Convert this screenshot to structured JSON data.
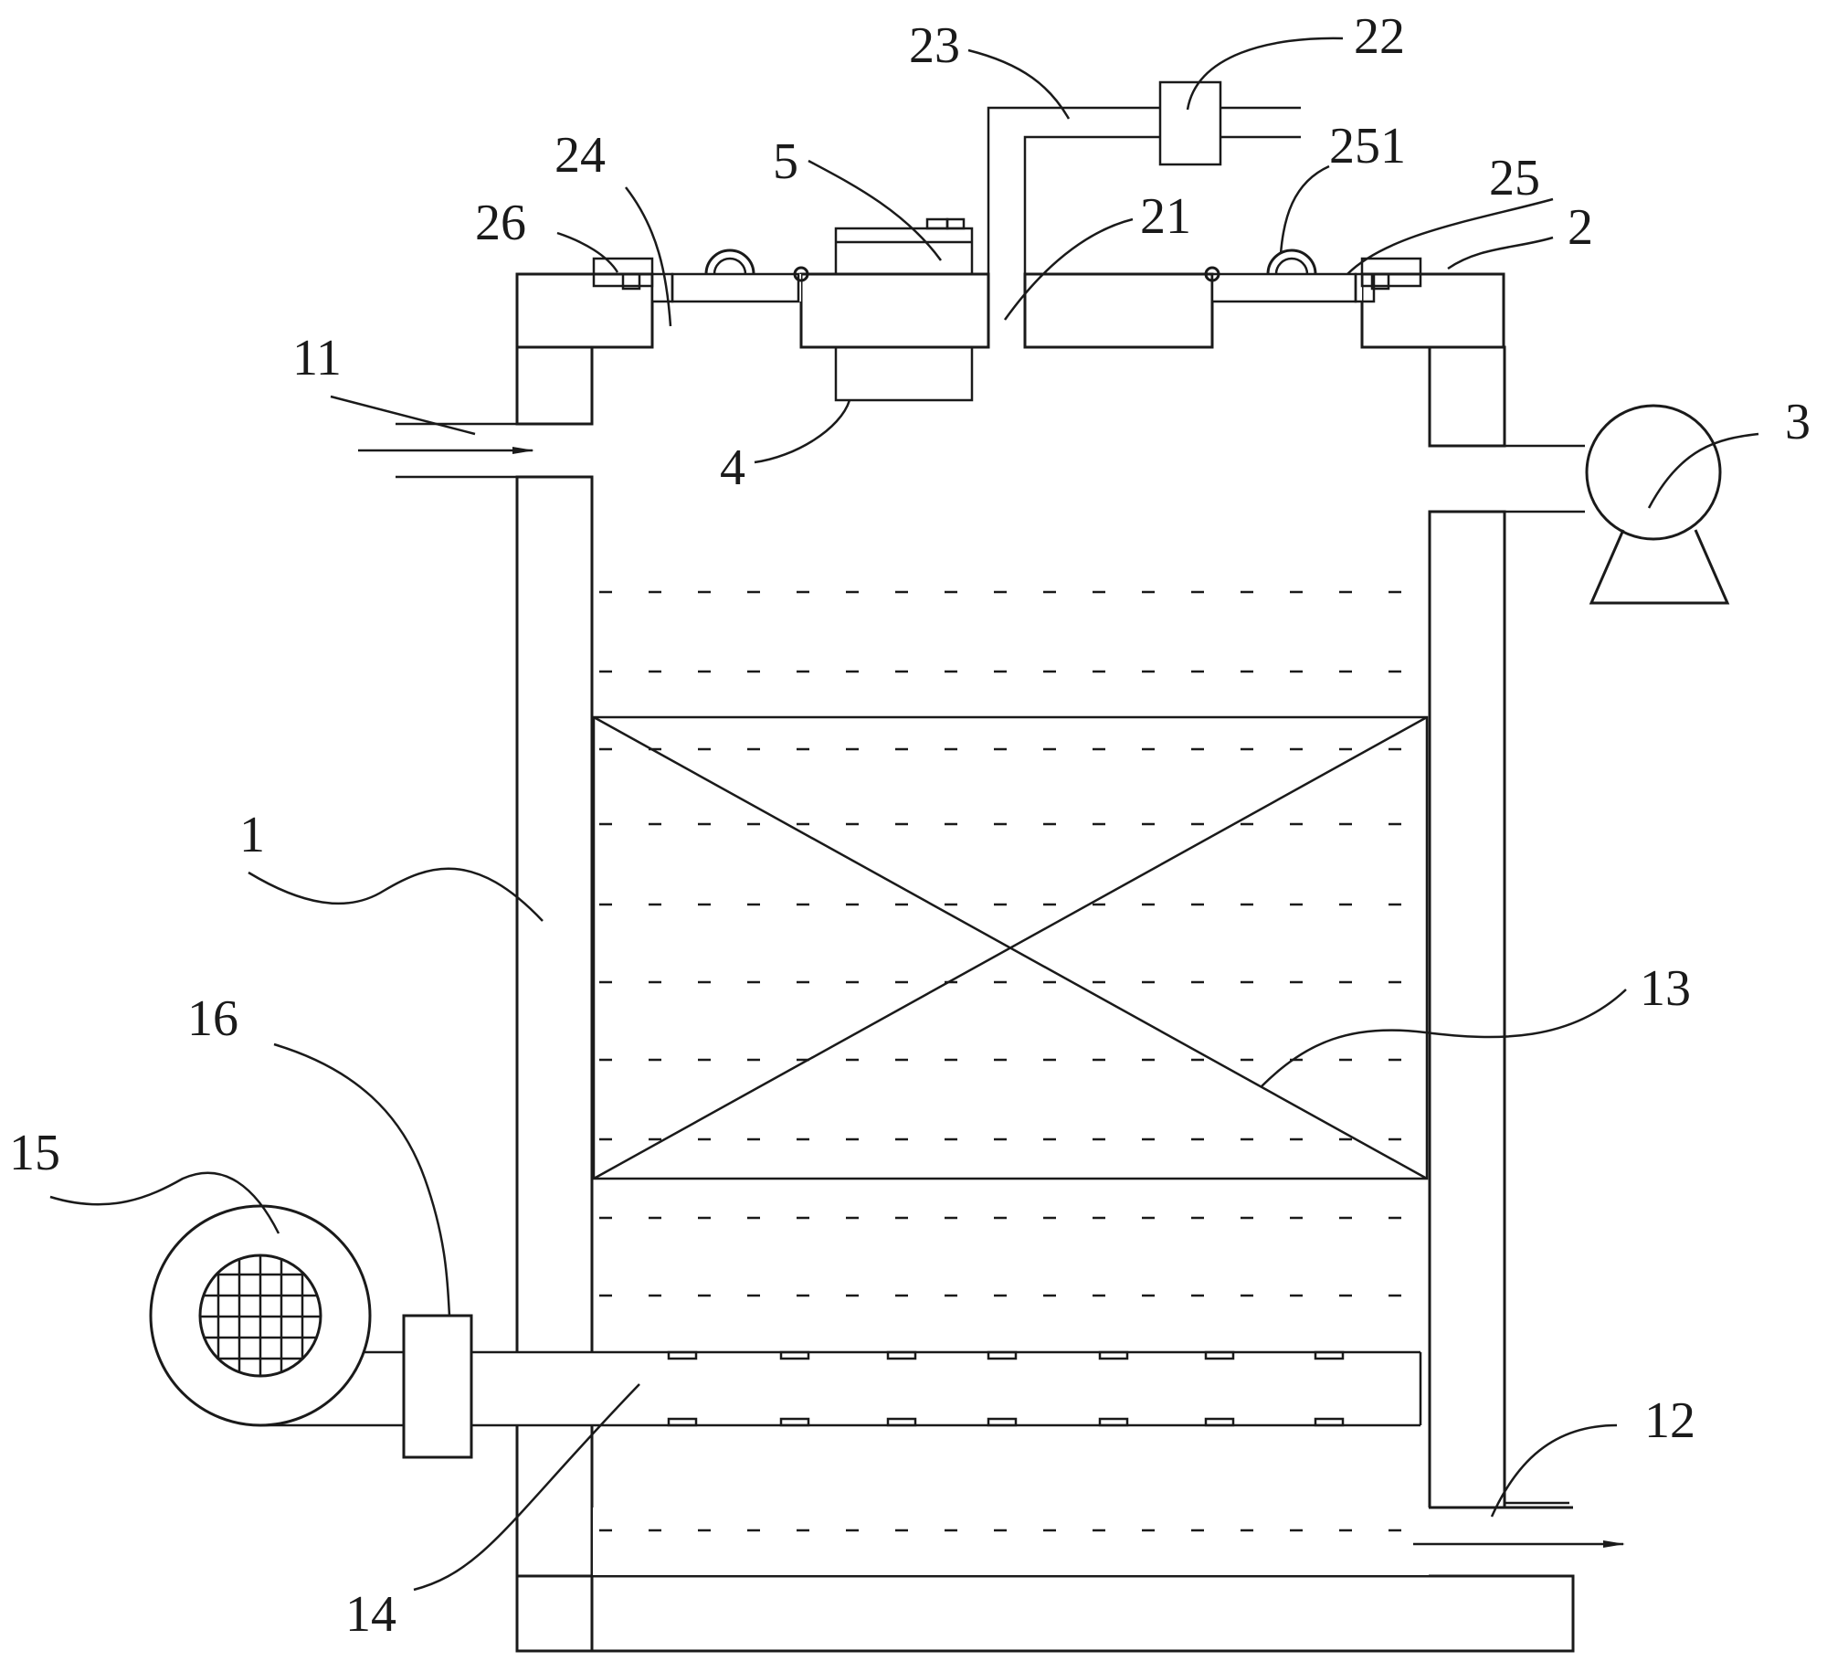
{
  "labels": {
    "l1": "1",
    "l2": "2",
    "l3": "3",
    "l4": "4",
    "l5": "5",
    "l11": "11",
    "l12": "12",
    "l13": "13",
    "l14": "14",
    "l15": "15",
    "l16": "16",
    "l21": "21",
    "l22": "22",
    "l23": "23",
    "l24": "24",
    "l25": "25",
    "l26": "26",
    "l251": "251"
  }
}
